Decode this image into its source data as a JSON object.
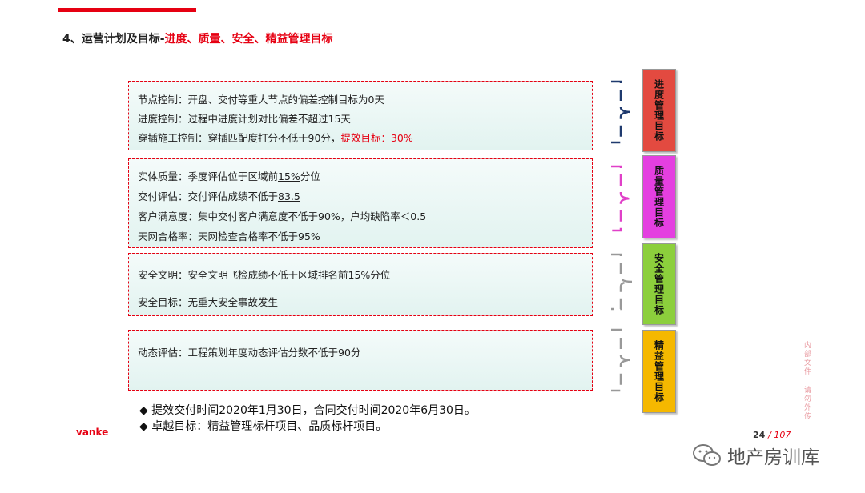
{
  "header": {
    "title_main": "4、运营计划及目标-",
    "title_red": "进度、质量、安全、精益管理目标"
  },
  "sections": [
    {
      "lines": [
        {
          "label": "节点控制：",
          "text": "开盘、交付等重大节点的偏差控制目标为0天"
        },
        {
          "label": "进度控制：",
          "text": "过程中进度计划对比偏差不超过15天"
        },
        {
          "label": "穿插施工控制：",
          "text": "穿插匹配度打分不低于90分，",
          "highlight": "提效目标：30%"
        }
      ],
      "tab": "进度管理目标",
      "tab_color": "#e34a40",
      "bracket_color": "#1f3a6e"
    },
    {
      "lines": [
        {
          "label": "实体质量：",
          "text_pre": "季度评估位于区域前",
          "underline": "15%",
          "text_post": "分位"
        },
        {
          "label": "交付评估：",
          "text_pre": "交付评估成绩不低于",
          "underline": "83.5"
        },
        {
          "label": "客户满意度：",
          "text": "集中交付客户满意度不低于90%，户均缺陷率＜0.5"
        },
        {
          "label": "天网合格率：",
          "text": "天网检查合格率不低于95%"
        }
      ],
      "tab": "质量管理目标",
      "tab_color": "#e43fe0",
      "bracket_color": "#e040c8"
    },
    {
      "lines": [
        {
          "label": "安全文明：",
          "text": "安全文明飞检成绩不低于区域排名前15%分位"
        },
        {
          "label": "安全目标：",
          "text": "无重大安全事故发生"
        }
      ],
      "tab": "安全管理目标",
      "tab_color": "#8ccf3c",
      "bracket_color": "#999999"
    },
    {
      "lines": [
        {
          "label": "动态评估：",
          "text": "工程策划年度动态评估分数不低于90分"
        }
      ],
      "tab": "精益管理目标",
      "tab_color": "#f5b800",
      "bracket_color": "#999999"
    }
  ],
  "notes": [
    "◆ 提效交付时间2020年1月30日，合同交付时间2020年6月30日。",
    "◆ 卓越目标：精益管理标杆项目、品质标杆项目。"
  ],
  "footer": {
    "logo": "vanke",
    "page": "24",
    "page_total": "/ 107",
    "internal_note": "内部文件 请勿外传",
    "watermark": "地产房训库"
  },
  "colors": {
    "accent": "#e60012"
  }
}
